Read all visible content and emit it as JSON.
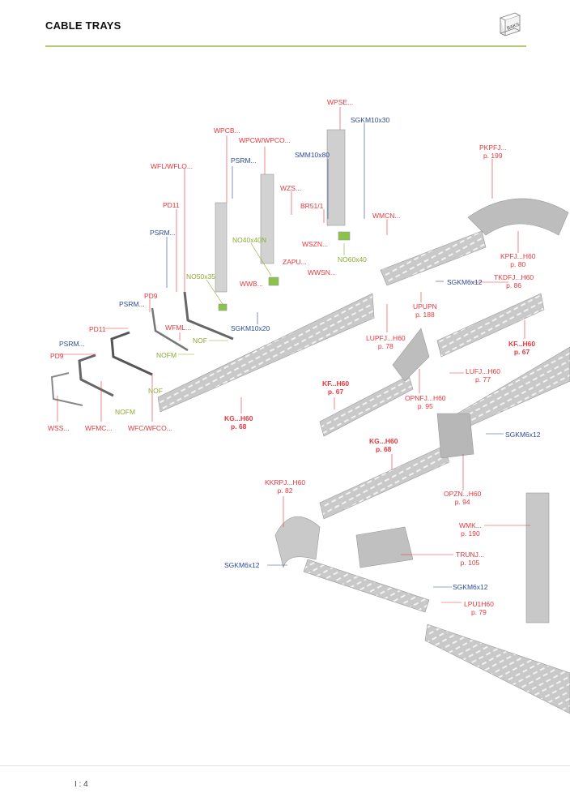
{
  "header": {
    "title": "CABLE TRAYS",
    "logo_text": "BAKS"
  },
  "footer": {
    "page_number": "I : 4"
  },
  "colors": {
    "accent_rule": "#b5c77a",
    "label_red": "#e8363c",
    "label_blue": "#2d4a9a",
    "label_green": "#8aab2d"
  },
  "labels": {
    "wpse": "WPSE...",
    "sgkm10x30": "SGKM10x30",
    "wpcb": "WPCB...",
    "wpcw": "WPCW/WPCO...",
    "smm10x80": "SMM10x80",
    "psrm_top": "PSRM...",
    "wfl": "WFL/WFLO...",
    "wzs": "WZS...",
    "br51": "BR51/1",
    "pd11_top": "PD11",
    "wmcn": "WMCN...",
    "psrm_mid": "PSRM...",
    "no40x40n": "NO40x40N",
    "wszn": "WSZN...",
    "no60x40": "NO60x40",
    "zapu": "ZAPU...",
    "wwsn": "WWSN...",
    "no50x35": "NO50x35",
    "wwb": "WWB...",
    "pd9_mid": "PD9",
    "psrm_left": "PSRM...",
    "sgkm10x20": "SGKM10x20",
    "pd11_left": "PD11",
    "wfml": "WFML...",
    "nof_top": "NOF",
    "psrm_low": "PSRM...",
    "nofm_top": "NOFM",
    "pd9_low": "PD9",
    "nof_low": "NOF",
    "nofm_low": "NOFM",
    "wss": "WSS...",
    "wfmc": "WFMC...",
    "wfc": "WFC/WFCO...",
    "kg_left": "KG...H60",
    "kg_left_page": "p. 68",
    "pkpfj": "PKPFJ...",
    "pkpfj_page": "p. 199",
    "kpfj": "KPFJ...H60",
    "kpfj_page": "p. 80",
    "sgkm6x12_a": "SGKM6x12",
    "tkdfj": "TKDFJ...H60",
    "tkdfj_page": "p. 86",
    "upupn": "UPUPN",
    "upupn_page": "p. 188",
    "lupfj": "LUPFJ...H60",
    "lupfj_page": "p. 78",
    "kf_right": "KF...H60",
    "kf_right_page": "p. 67",
    "lufj": "LUFJ...H60",
    "lufj_page": "p. 77",
    "kf_mid": "KF...H60",
    "kf_mid_page": "p. 67",
    "opnfj": "OPNFJ...H60",
    "opnfj_page": "p. 95",
    "sgkm6x12_b": "SGKM6x12",
    "kg_mid": "KG...H60",
    "kg_mid_page": "p. 68",
    "kkrpj": "KKRPJ...H60",
    "kkrpj_page": "p. 82",
    "opzn": "OPZN...H60",
    "opzn_page": "p. 94",
    "wmk": "WMK...",
    "wmk_page": "p. 190",
    "trunj": "TRUNJ...",
    "trunj_page": "p. 105",
    "sgkm6x12_c": "SGKM6x12",
    "sgkm6x12_d": "SGKM6x12",
    "lpu1h60": "LPU1H60",
    "lpu1h60_page": "p. 79"
  }
}
